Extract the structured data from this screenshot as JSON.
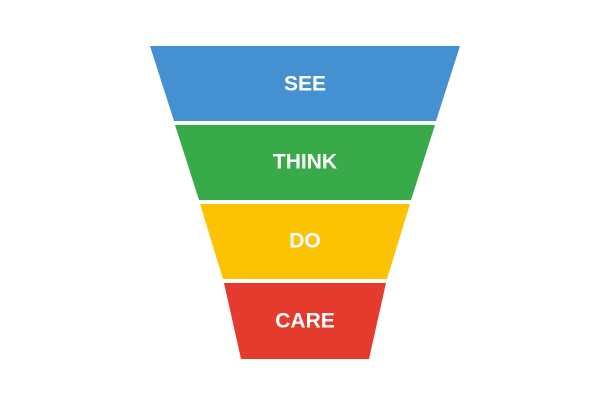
{
  "funnel": {
    "stages": [
      {
        "label": "SEE",
        "color": "#4590d0"
      },
      {
        "label": "THINK",
        "color": "#38aa4a"
      },
      {
        "label": "DO",
        "color": "#fcc304"
      },
      {
        "label": "CARE",
        "color": "#e43b2e"
      }
    ]
  }
}
